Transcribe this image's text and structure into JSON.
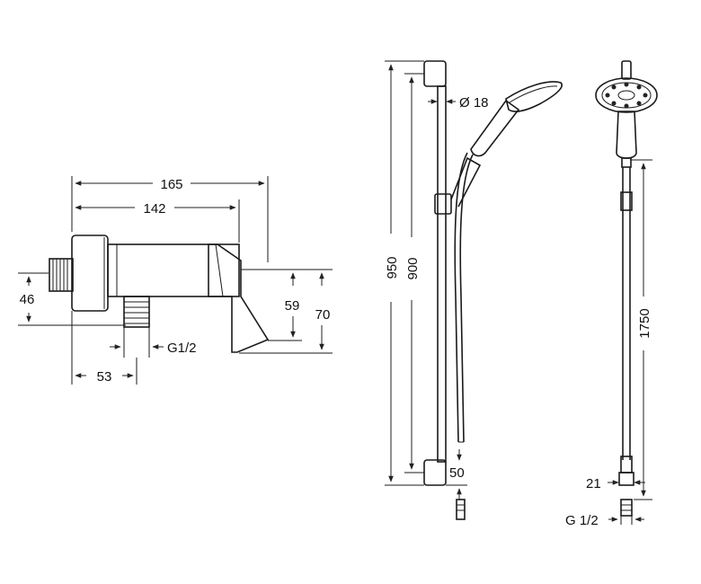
{
  "mixer": {
    "dims": {
      "width_total": "165",
      "width_body": "142",
      "height_inlet": "46",
      "height_59": "59",
      "height_70": "70",
      "offset_53": "53",
      "thread": "G1/2"
    }
  },
  "rail": {
    "dims": {
      "diameter": "Ø 18",
      "h950": "950",
      "h900": "900",
      "bottom_50": "50"
    }
  },
  "hose": {
    "dims": {
      "length": "1750",
      "fitting_21": "21",
      "thread": "G 1/2"
    }
  }
}
